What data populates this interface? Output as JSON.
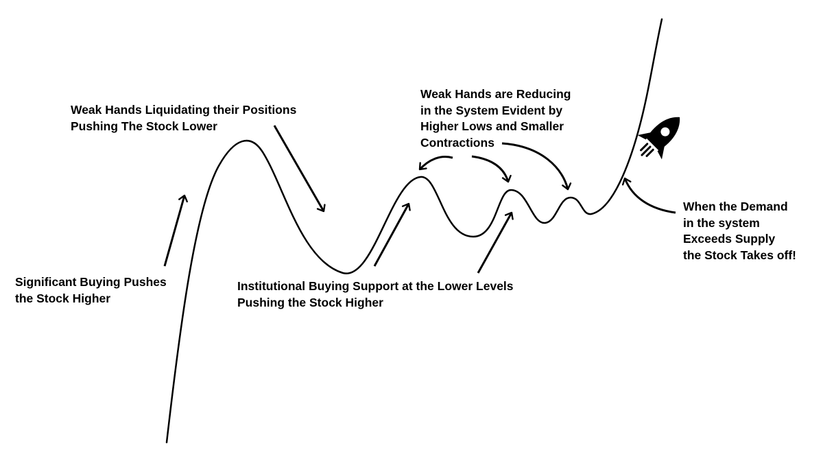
{
  "annotations": {
    "significant_buying": {
      "lines": [
        "Significant Buying Pushes",
        "the Stock Higher"
      ]
    },
    "weak_hands_liquidating": {
      "lines": [
        "Weak Hands Liquidating their Positions",
        "Pushing The Stock Lower"
      ]
    },
    "institutional_support": {
      "lines": [
        "Institutional Buying Support at the Lower Levels",
        "Pushing the Stock Higher"
      ]
    },
    "weak_hands_reducing": {
      "lines": [
        "Weak Hands are Reducing",
        "in the System Evident by",
        "Higher Lows and Smaller",
        "Contractions"
      ]
    },
    "demand_exceeds_supply": {
      "lines": [
        "When the Demand",
        "in the system",
        "Exceeds Supply",
        "the Stock Takes off!"
      ]
    }
  },
  "icons": [
    "rocket-icon"
  ],
  "colors": {
    "stroke": "#000000",
    "background": "#ffffff"
  }
}
